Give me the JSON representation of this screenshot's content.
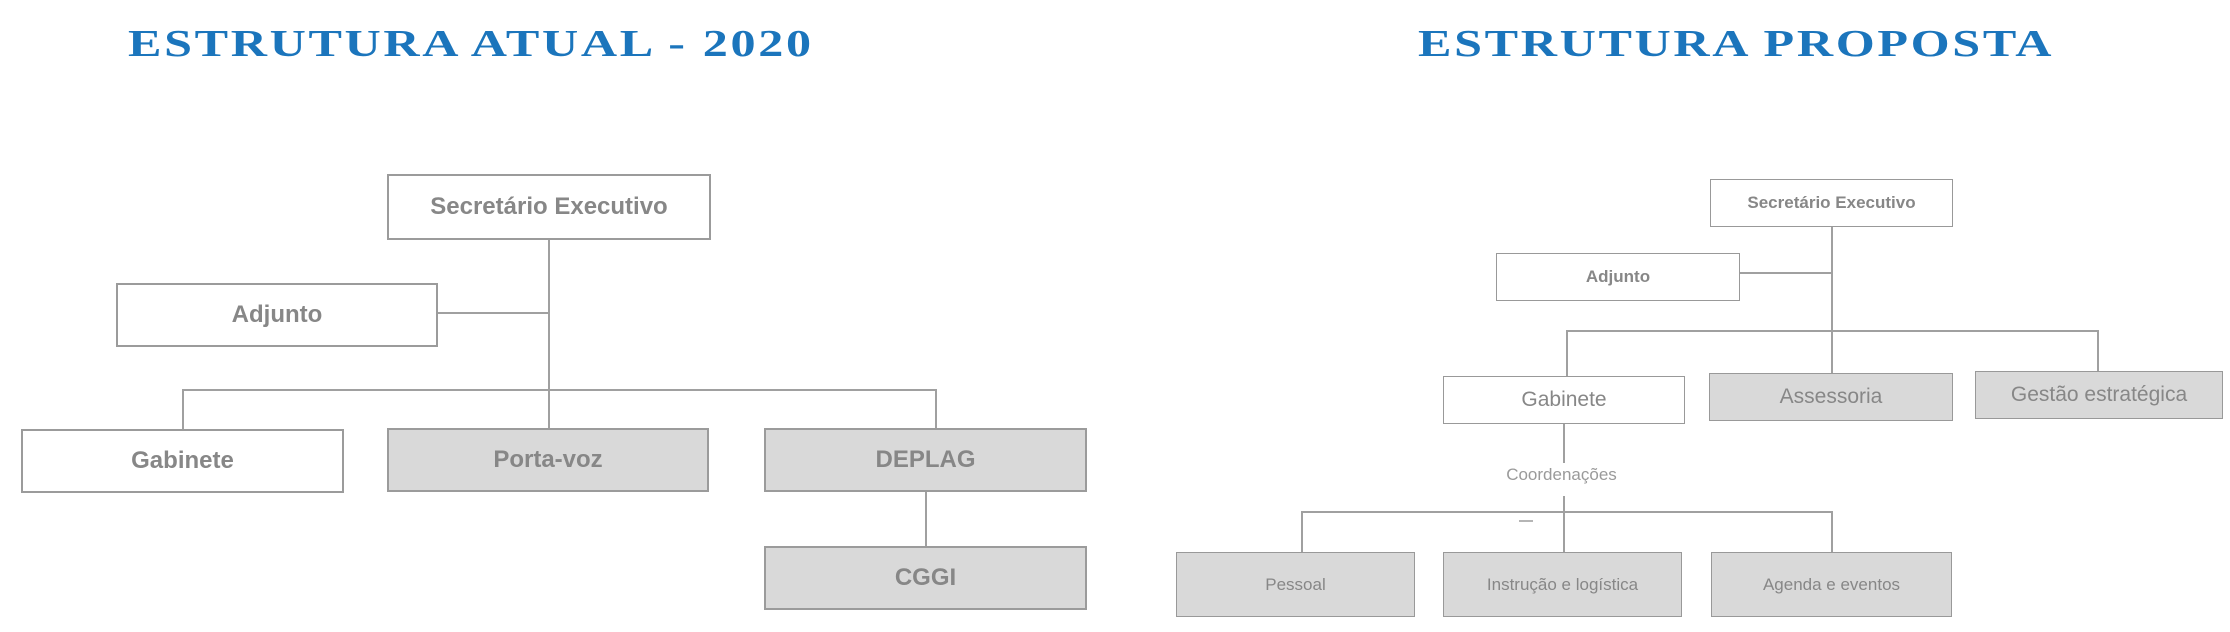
{
  "colors": {
    "title_blue": "#1b75bc",
    "box_fill_gray": "#d9d9d9",
    "box_fill_white": "#ffffff",
    "box_border_gray": "#9b9b9b",
    "box_text_gray": "#878787",
    "connector_gray": "#a0a0a0",
    "background": "#ffffff"
  },
  "charts": [
    {
      "title": "ESTRUTURA ATUAL - 2020",
      "nodes": [
        {
          "label": "Secretário Executivo",
          "fill": "white",
          "level": 1
        },
        {
          "label": "Adjunto",
          "fill": "white",
          "level": 2
        },
        {
          "label": "Gabinete",
          "fill": "white",
          "level": 3
        },
        {
          "label": "Porta-voz",
          "fill": "gray",
          "level": 3
        },
        {
          "label": "DEPLAG",
          "fill": "gray",
          "level": 3
        },
        {
          "label": "CGGI",
          "fill": "gray",
          "level": 4
        }
      ]
    },
    {
      "title": "ESTRUTURA PROPOSTA",
      "nodes": [
        {
          "label": "Secretário Executivo",
          "fill": "white",
          "level": 1
        },
        {
          "label": "Adjunto",
          "fill": "white",
          "level": 2
        },
        {
          "label": "Gabinete",
          "fill": "white",
          "level": 3
        },
        {
          "label": "Assessoria",
          "fill": "gray",
          "level": 3
        },
        {
          "label": "Gestão estratégica",
          "fill": "gray",
          "level": 3
        },
        {
          "label": "Coordenações",
          "fill": "none",
          "level": 4
        },
        {
          "label": "Pessoal",
          "fill": "gray",
          "level": 5
        },
        {
          "label": "Instrução e logística",
          "fill": "gray",
          "level": 5
        },
        {
          "label": "Agenda e eventos",
          "fill": "gray",
          "level": 5
        }
      ]
    }
  ]
}
